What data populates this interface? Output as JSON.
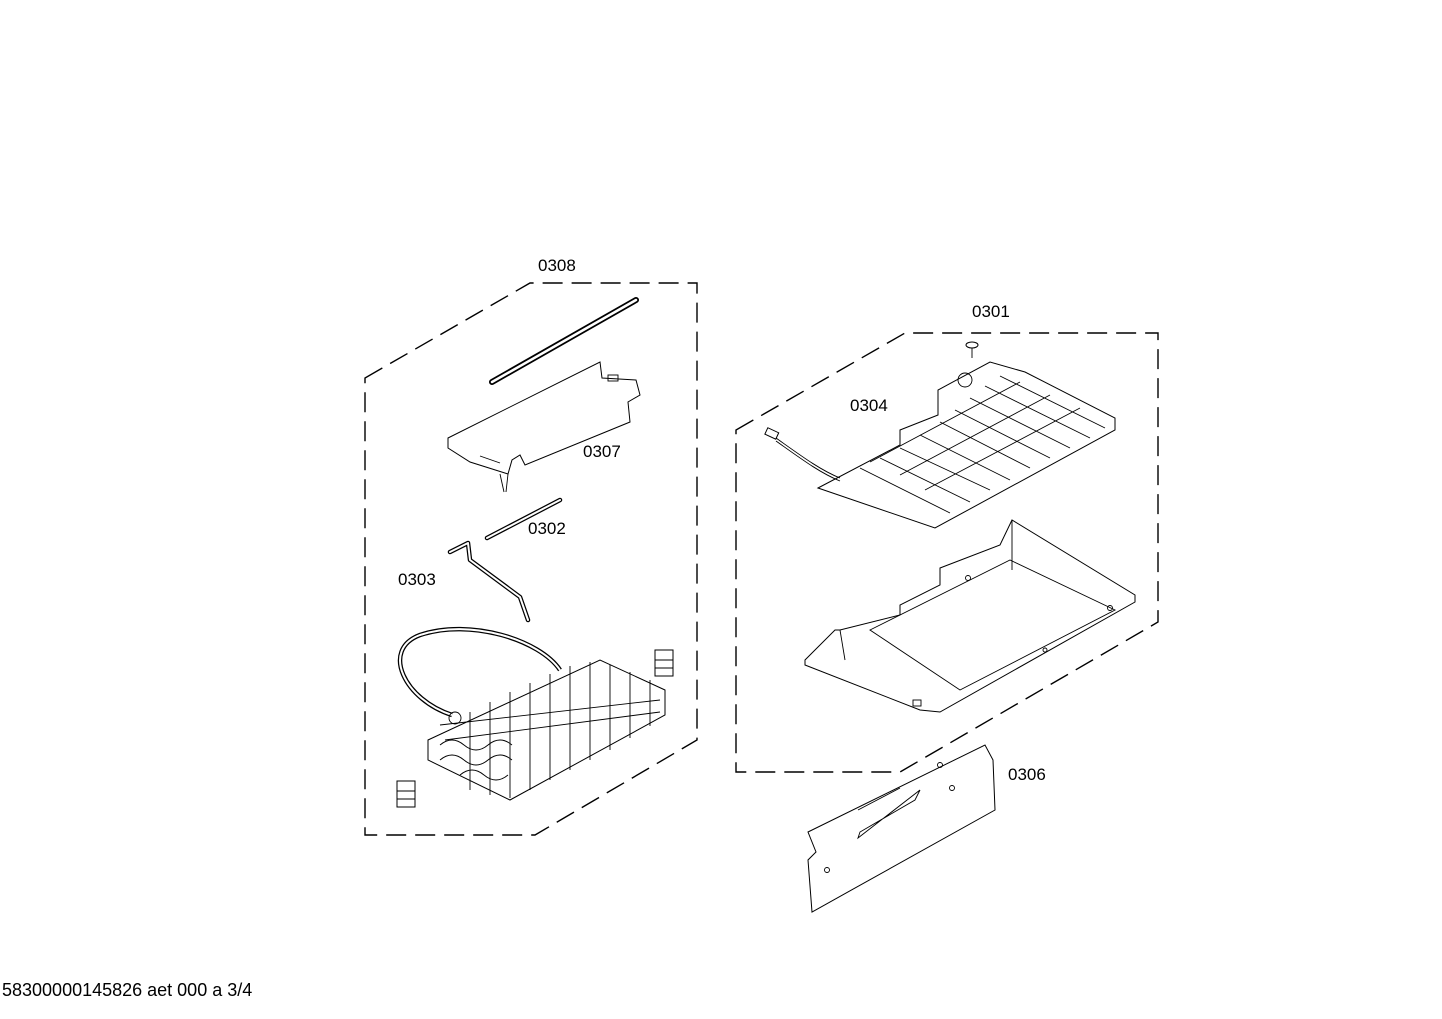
{
  "labels": {
    "p0308": "0308",
    "p0307": "0307",
    "p0302": "0302",
    "p0303": "0303",
    "p0301": "0301",
    "p0304": "0304",
    "p0306": "0306"
  },
  "footer": "58300000145826 aet 000 a 3/4"
}
